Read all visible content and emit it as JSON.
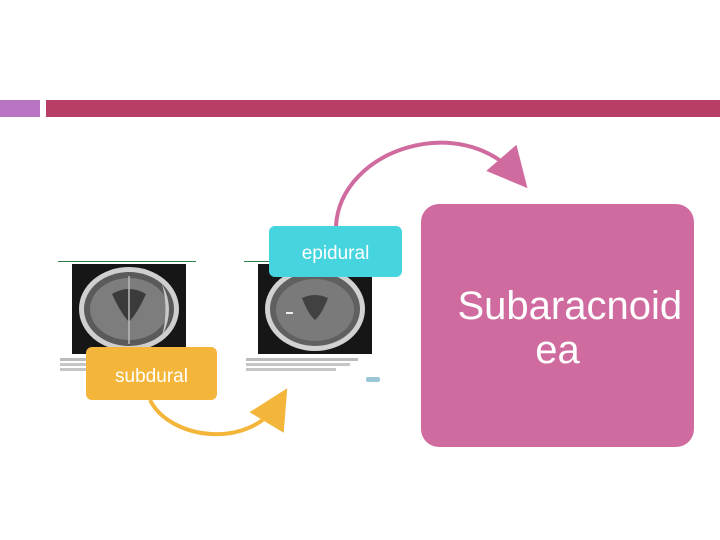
{
  "slide": {
    "accent_colors": {
      "left_bar": "#b873c2",
      "right_bar": "#b83e66"
    }
  },
  "diagram": {
    "nodes": {
      "epidural": {
        "label": "epidural",
        "color": "#46d4df"
      },
      "subdural": {
        "label": "subdural",
        "color": "#f3b53a"
      },
      "subarachnoid": {
        "label": "Subaracnoid ea",
        "color": "#cf6b9f"
      }
    },
    "arrows": [
      {
        "from": "epidural",
        "to": "subarachnoid",
        "color": "#cf6b9f"
      },
      {
        "from": "subdural",
        "to": "scan-right",
        "color": "#f3b53a"
      }
    ]
  },
  "images": [
    {
      "name": "ct-scan-left",
      "description": "axial CT head image"
    },
    {
      "name": "ct-scan-right",
      "description": "axial CT head image"
    }
  ]
}
